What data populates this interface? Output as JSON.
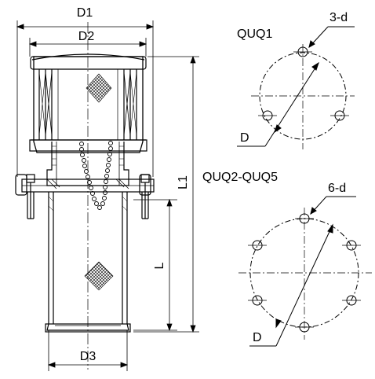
{
  "labels": {
    "d1": "D1",
    "d2": "D2",
    "d3": "D3",
    "l": "L",
    "l1": "L1",
    "quq1": "QUQ1",
    "quq2_5": "QUQ2-QUQ5",
    "holes_top": "3-d",
    "holes_bottom": "6-d",
    "d_top": "D",
    "d_bottom": "D"
  }
}
